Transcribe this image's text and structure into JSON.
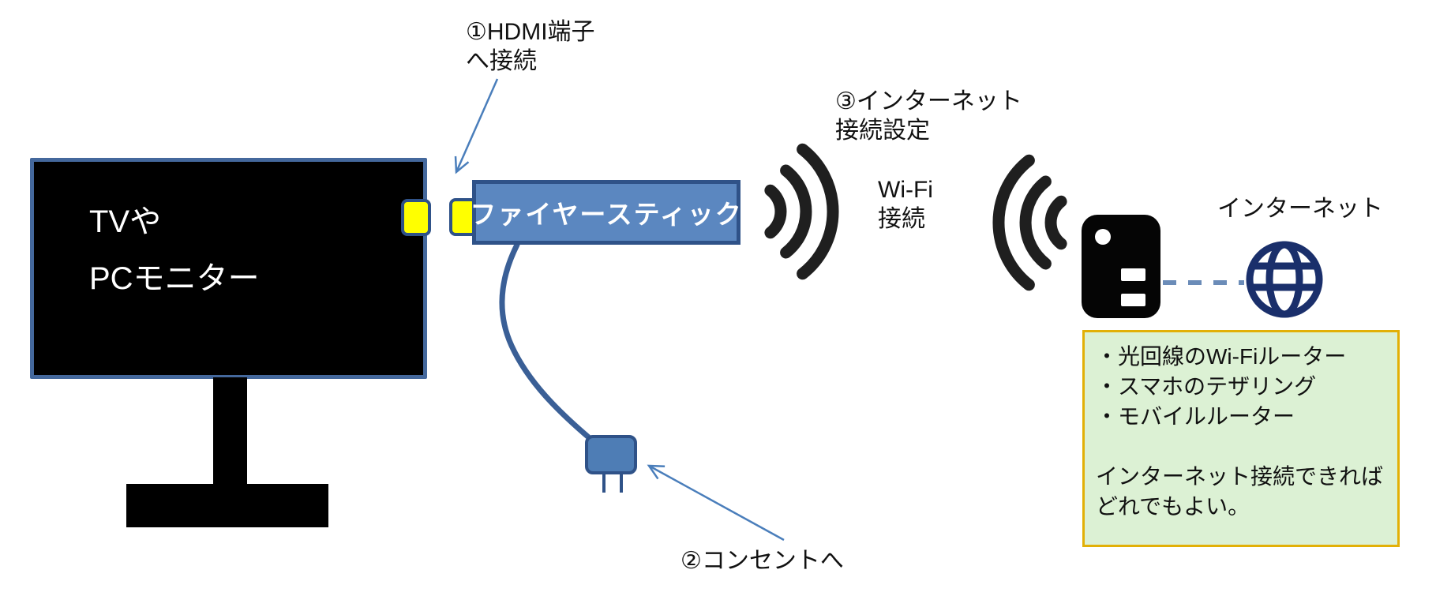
{
  "diagram": {
    "tv": {
      "line1": "TVや",
      "line2": "PCモニター"
    },
    "stick": {
      "label": "ファイヤースティック"
    },
    "callouts": {
      "step1": {
        "line1": "①HDMI端子",
        "line2": "へ接続"
      },
      "step2": {
        "label": "②コンセントへ"
      },
      "step3": {
        "line1": "③インターネット",
        "line2": "接続設定"
      }
    },
    "wifi": {
      "line1": "Wi-Fi",
      "line2": "接続"
    },
    "internet_label": "インターネット",
    "note": {
      "lines": [
        "・光回線のWi-Fiルーター",
        "・スマホのテザリング",
        "・モバイルルーター",
        "",
        "インターネット接続できれば",
        "どれでもよい。"
      ]
    },
    "colors": {
      "stick_fill": "#5B87C0",
      "stick_border": "#2F5288",
      "tv_border": "#44689C",
      "hdmi_yellow": "#FFFF00",
      "cable_blue": "#3A5F96",
      "arrow_blue": "#4A7EBB",
      "link_dash_blue": "#6B8CB8",
      "globe_navy": "#1A2F6B",
      "wifi_black": "#1F1F1F",
      "note_fill": "#DCF1D4",
      "note_border": "#E2B007",
      "device_black": "#000000"
    }
  }
}
